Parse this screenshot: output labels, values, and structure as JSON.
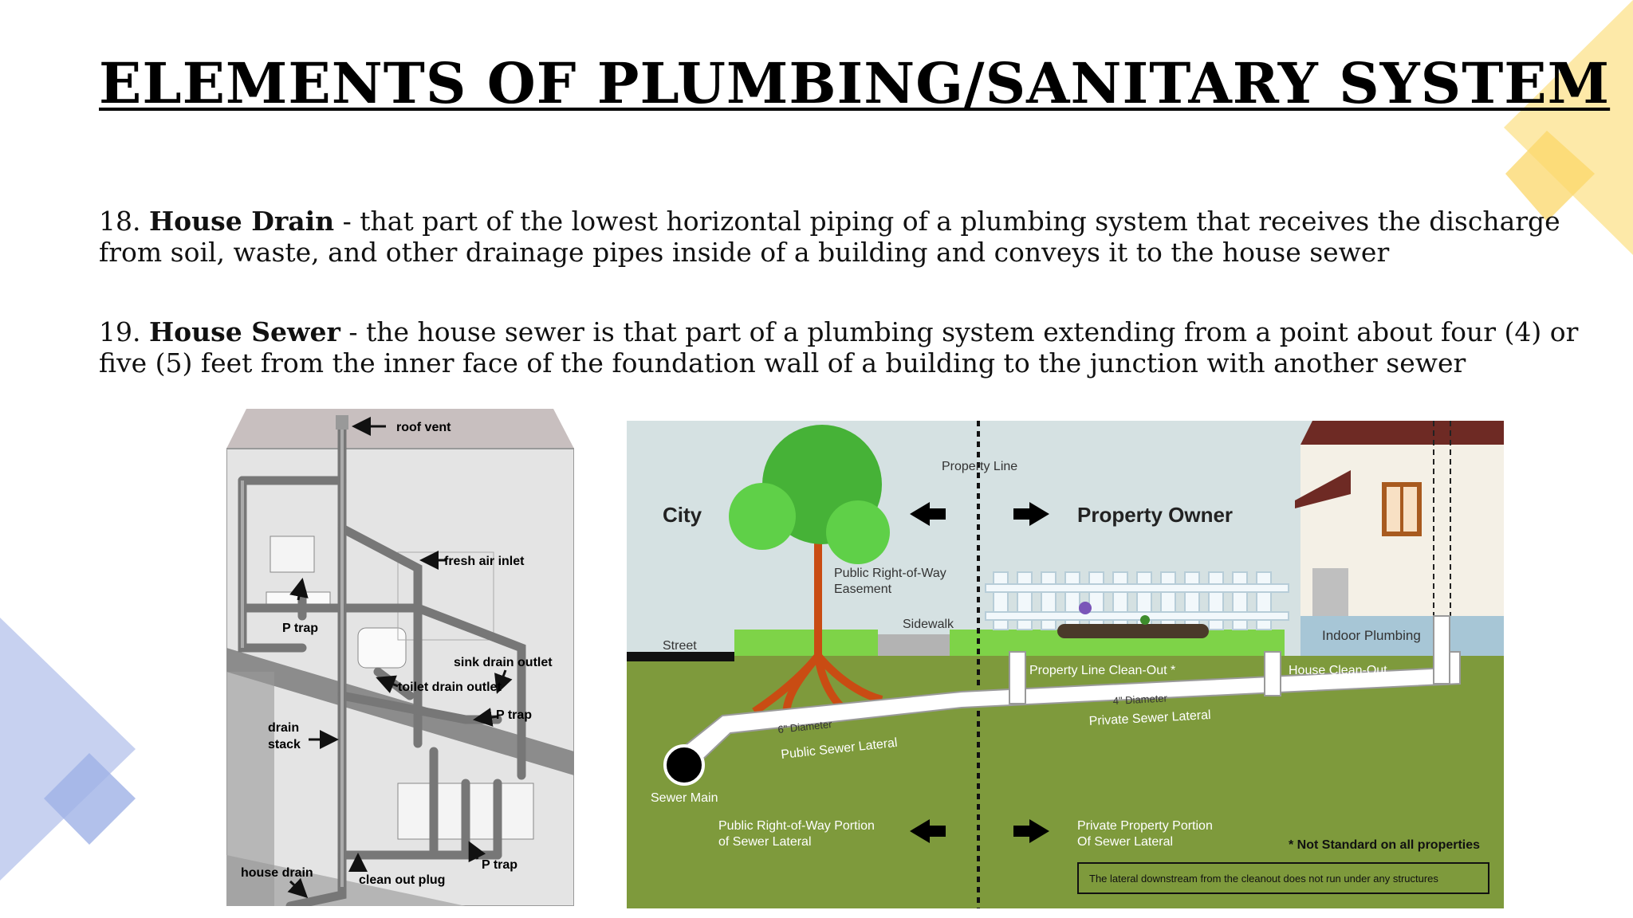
{
  "slide": {
    "title": "ELEMENTS OF PLUMBING/SANITARY SYSTEM",
    "items": [
      {
        "number": "18.",
        "term": "House Drain",
        "definition": " - that part of the lowest horizontal piping of a plumbing system that receives the discharge from soil, waste, and other drainage pipes inside of a building and conveys it to the house sewer"
      },
      {
        "number": "19.",
        "term": "House Sewer",
        "definition": " - the house sewer is that part of a plumbing system extending from a point about four (4) or five (5) feet from the inner face of the foundation wall of a building to the junction with another sewer"
      }
    ]
  },
  "left_diagram": {
    "labels": {
      "roof_vent": "roof vent",
      "fresh_air_inlet": "fresh air inlet",
      "p_trap_1": "P trap",
      "sink_drain_outlet": "sink drain outlet",
      "toilet_drain_outlet": "toilet drain outlet",
      "p_trap_2": "P trap",
      "drain_stack_1": "drain",
      "drain_stack_2": "stack",
      "p_trap_3": "P trap",
      "house_drain": "house drain",
      "clean_out_plug": "clean out plug"
    }
  },
  "right_diagram": {
    "labels": {
      "city": "City",
      "property_owner": "Property Owner",
      "property_line": "Property Line",
      "easement_1": "Public Right-of-Way",
      "easement_2": "Easement",
      "sidewalk": "Sidewalk",
      "street": "Street",
      "indoor_plumbing": "Indoor Plumbing",
      "property_line_cleanout": "Property Line Clean-Out *",
      "house_cleanout": "House Clean-Out",
      "four_inch": "4\" Diameter",
      "six_inch": "6\" Diameter",
      "private_lateral": "Private Sewer Lateral",
      "public_lateral": "Public Sewer Lateral",
      "sewer_main": "Sewer Main",
      "public_portion_1": "Public Right-of-Way Portion",
      "public_portion_2": "of Sewer Lateral",
      "private_portion_1": "Private Property Portion",
      "private_portion_2": "Of Sewer Lateral",
      "not_standard": "* Not Standard on all properties",
      "note": "The lateral downstream from the cleanout does not run under any structures"
    }
  },
  "colors": {
    "deco_blue": "#c7d1f0",
    "deco_blue_dark": "#9fb1e6",
    "deco_yellow": "#fde9a8",
    "deco_yellow_dark": "#fbd76a",
    "ground": "#7e9a3c",
    "sky": "#d5e1e2",
    "grass": "#7ed348"
  }
}
